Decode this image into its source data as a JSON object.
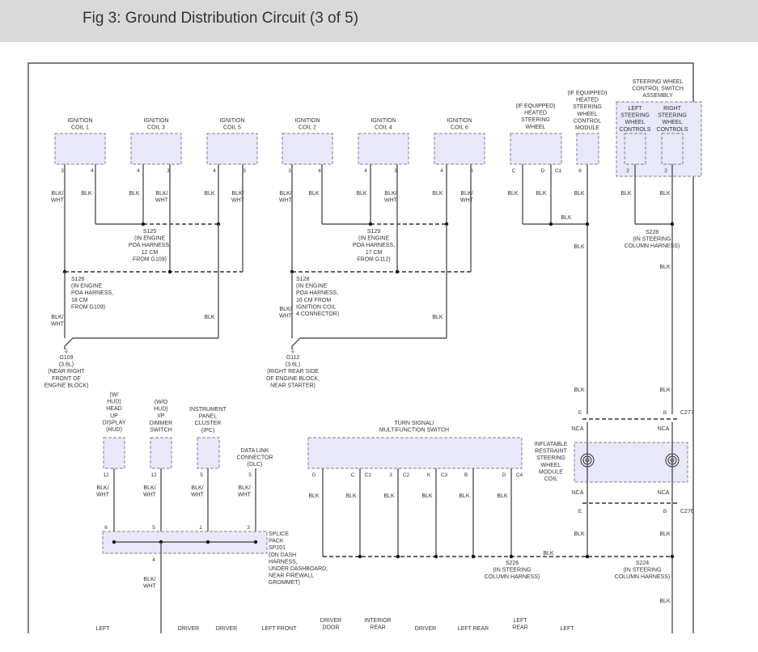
{
  "title": "Fig 3: Ground Distribution Circuit (3 of 5)",
  "coils": [
    {
      "label": [
        "IGNITION",
        "COIL 1"
      ],
      "pins": [
        "3",
        "4"
      ]
    },
    {
      "label": [
        "IGNITION",
        "COIL 3"
      ],
      "pins": [
        "4",
        "3"
      ]
    },
    {
      "label": [
        "IGNITION",
        "COIL 5"
      ],
      "pins": [
        "4",
        "3"
      ]
    },
    {
      "label": [
        "IGNITION",
        "COIL 2"
      ],
      "pins": [
        "3",
        "4"
      ]
    },
    {
      "label": [
        "IGNITION",
        "COIL 4"
      ],
      "pins": [
        "4",
        "3"
      ]
    },
    {
      "label": [
        "IGNITION",
        "COIL 6"
      ],
      "pins": [
        "4",
        "3"
      ]
    }
  ],
  "heated_wheel": {
    "label": [
      "(IF EQUIPPED)",
      "HEATED",
      "STEERING",
      "WHEEL"
    ],
    "pins": [
      "C",
      "D",
      "C1"
    ]
  },
  "heated_module": {
    "label": [
      "(IF EQUIPPED)",
      "HEATED",
      "STEERING",
      "WHEEL",
      "CONTROL",
      "MODULE"
    ],
    "pin": "6"
  },
  "control_assembly": {
    "label": [
      "STEERING WHEEL",
      "CONTROL SWITCH",
      "ASSEMBLY"
    ],
    "left": [
      "LEFT",
      "STEERING",
      "WHEEL",
      "CONTROLS"
    ],
    "right": [
      "RIGHT",
      "STEERING",
      "WHEEL",
      "CONTROLS"
    ],
    "left_pin": "2",
    "right_pin": "2"
  },
  "wire_colors": {
    "blk": "BLK",
    "blk_wht": [
      "BLK/",
      "WHT"
    ]
  },
  "splices": {
    "s125": [
      "S125",
      "(IN ENGINE",
      "POA HARNESS,",
      "12 CM",
      "FROM G109)"
    ],
    "s129": [
      "S129",
      "(IN ENGINE",
      "POA HARNESS,",
      "17 CM",
      "FROM G112)"
    ],
    "s126": [
      "S126",
      "(IN ENGINE",
      "POA HARNESS,",
      "18 CM",
      "FROM G109)"
    ],
    "s128": [
      "S128",
      "(IN ENGINE",
      "POA HARNESS,",
      "16 CM FROM",
      "IGNITION COIL",
      "4 CONNECTOR)"
    ],
    "s228": [
      "S228",
      "(IN STEERING",
      "COLUMN HARNESS)"
    ],
    "s226": [
      "S226",
      "(IN STEERING",
      "COLUMN HARNESS)"
    ],
    "s224": [
      "S224",
      "(IN STEERING",
      "COLUMN HARNESS)"
    ]
  },
  "grounds": {
    "g109": [
      "G109",
      "(3.6L)",
      "(NEAR RIGHT",
      "FRONT OF",
      "ENGINE BLOCK)"
    ],
    "g112": [
      "G112",
      "(3.6L)",
      "(RIGHT REAR SIDE",
      "OF ENGINE BLOCK,",
      "NEAR STARTER)"
    ]
  },
  "lower_components": {
    "hud": {
      "label": [
        "(W/",
        "HUD)",
        "HEAD",
        "UP",
        "DISPLAY",
        "(HUD)"
      ],
      "pin": "12"
    },
    "dimmer": {
      "label": [
        "(W/O",
        "HUD)",
        "I/P",
        "DIMMER",
        "SWITCH"
      ],
      "pin": "12"
    },
    "ipc": {
      "label": [
        "INSTRUMENT",
        "PANEL",
        "CLUSTER",
        "(IPC)"
      ],
      "pin": "5"
    },
    "dlc": {
      "label": [
        "DATA LINK",
        "CONNECTOR",
        "(DLC)"
      ],
      "pin": "5"
    }
  },
  "splice_pack": {
    "label": [
      "SPLICE",
      "PACK",
      "SP201",
      "(ON DASH",
      "HARNESS,",
      "UNDER DASHBOARD,",
      "NEAR FIREWALL",
      "GROMMET)"
    ],
    "pins": [
      "6",
      "5",
      "1",
      "3",
      "4"
    ]
  },
  "turn_signal": {
    "label": [
      "TURN SIGNAL/",
      "MULTIFUNCTION SWITCH"
    ],
    "pins": [
      "G",
      "C",
      "C1",
      "3",
      "C2",
      "K",
      "C3",
      "B",
      "D",
      "C4"
    ]
  },
  "clockspring": {
    "label": [
      "INFLATABLE",
      "RESTRAINT",
      "STEERING",
      "WHEEL",
      "MODULE",
      "COIL"
    ],
    "top_pins": [
      "E",
      "B"
    ],
    "bottom_pins": [
      "E",
      "B"
    ],
    "nca": "NCA",
    "c277": "C277",
    "c276": "C276"
  },
  "bottom_row": [
    "LEFT",
    "DRIVER",
    "DRIVER",
    "LEFT FRONT",
    "DRIVER\nDOOR",
    "INTERIOR\nREAR",
    "DRIVER",
    "LEFT REAR",
    "LEFT\nREAR",
    "LEFT"
  ]
}
